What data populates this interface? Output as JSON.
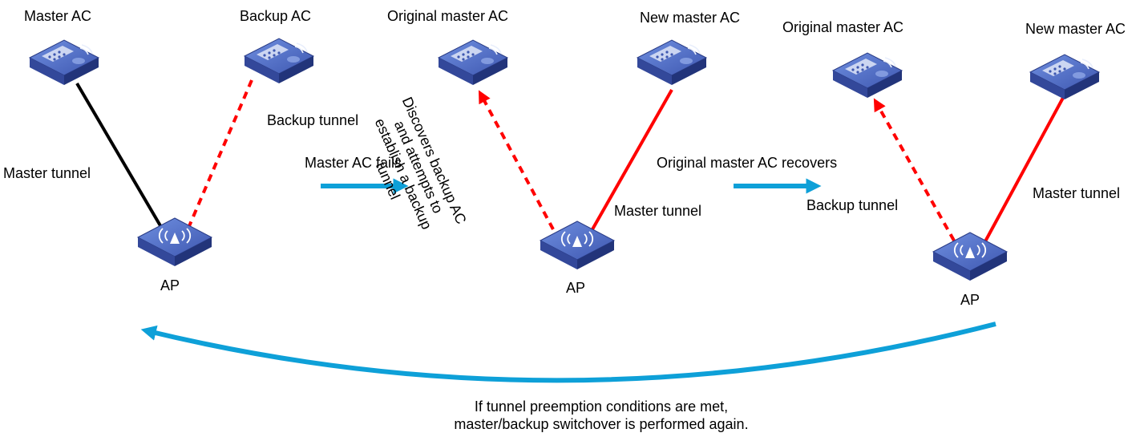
{
  "panels": [
    {
      "top_left_label": "Master AC",
      "top_right_label": "Backup AC",
      "solid_link_label": "Master tunnel",
      "dashed_link_label": "Backup tunnel",
      "ap_label": "AP"
    },
    {
      "top_left_label": "Original master AC",
      "top_right_label": "New master AC",
      "solid_link_label": "Master tunnel",
      "dashed_link_note": [
        "Discovers backup AC",
        "and attempts to",
        "establish a backup",
        "tunnel"
      ],
      "ap_label": "AP"
    },
    {
      "top_left_label": "Original master AC",
      "top_right_label": "New master AC",
      "solid_link_label": "Master tunnel",
      "dashed_link_label": "Backup tunnel",
      "ap_label": "AP"
    }
  ],
  "transitions": [
    {
      "label": "Master AC fails"
    },
    {
      "label": "Original master AC recovers"
    }
  ],
  "loop_caption": [
    "If tunnel preemption conditions are met,",
    "master/backup switchover is performed again."
  ],
  "colors": {
    "master_tunnel_initial": "#000000",
    "tunnel_red": "#ff0000",
    "arrow_blue": "#0ea0d8",
    "device_top": "#4f6dc4",
    "device_side": "#2b3f8c"
  },
  "icons": [
    "ac-device-icon",
    "ap-device-icon"
  ]
}
